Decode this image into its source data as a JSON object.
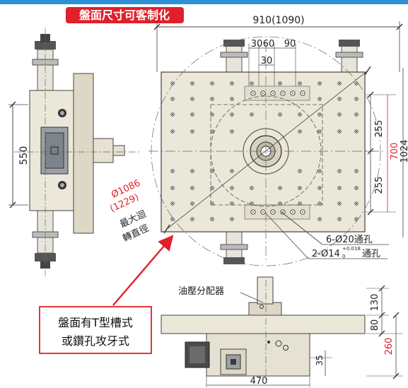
{
  "colors": {
    "top_stripe": "#2d8fd6",
    "title_bg": "#e0202a",
    "title_text": "#ffffff",
    "plate": "#ebe7d9",
    "plate_dark": "#d2cdb9",
    "line": "#333333",
    "dim_line": "#444444",
    "red": "#e0202a",
    "steel": "#9aa0a6",
    "steel_dark": "#3a3a3a"
  },
  "title": "盤面尺寸可客制化",
  "dims": {
    "width_total": "910(1090)",
    "d30a": "30",
    "d60": "60",
    "d90": "90",
    "d30b": "30",
    "d255_top": "255",
    "d255_bottom": "255",
    "d700": "700",
    "d1024": "1024",
    "d550": "550",
    "d130": "130",
    "d80": "80",
    "d260": "260",
    "d35": "35",
    "d470": "470"
  },
  "rotation": {
    "line1": "Ø1086",
    "line2": "(1229)",
    "line3": "最大迴",
    "line4": "轉直徑"
  },
  "holes": {
    "note1": "6-Ø20通孔",
    "note2_main": "2-Ø14",
    "note2_tol_plus": "+0.018",
    "note2_tol_minus": "0",
    "note2_suffix": "通孔"
  },
  "labels": {
    "oil": "油壓分配器",
    "callout_line1": "盤面有T型槽式",
    "callout_line2": "或鑽孔攻牙式"
  }
}
